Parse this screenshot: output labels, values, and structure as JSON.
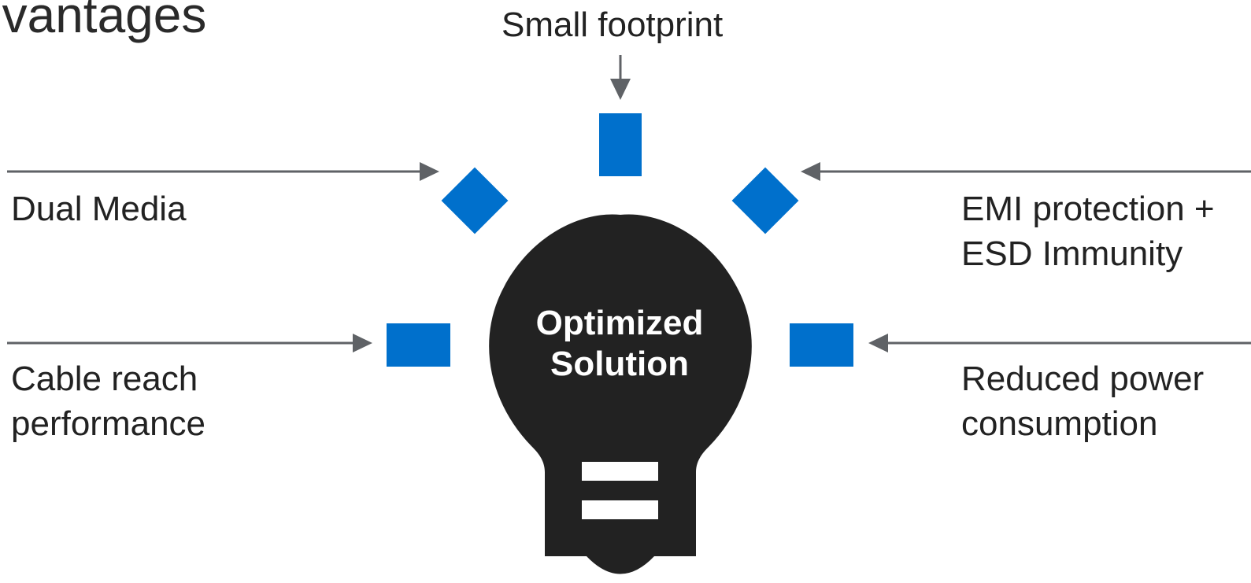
{
  "slide": {
    "title": "dvantages"
  },
  "diagram": {
    "center": {
      "line1": "Optimized",
      "line2": "Solution"
    },
    "benefits": {
      "top": "Small footprint",
      "upper_left": "Dual Media",
      "lower_left": [
        "Cable reach",
        "performance"
      ],
      "upper_right": [
        "EMI protection +",
        "ESD Immunity"
      ],
      "lower_right": [
        "Reduced power",
        "consumption"
      ]
    },
    "colors": {
      "accent": "#0070CC",
      "bulb": "#222222",
      "arrow": "#5F6266",
      "text": "#222222"
    }
  }
}
